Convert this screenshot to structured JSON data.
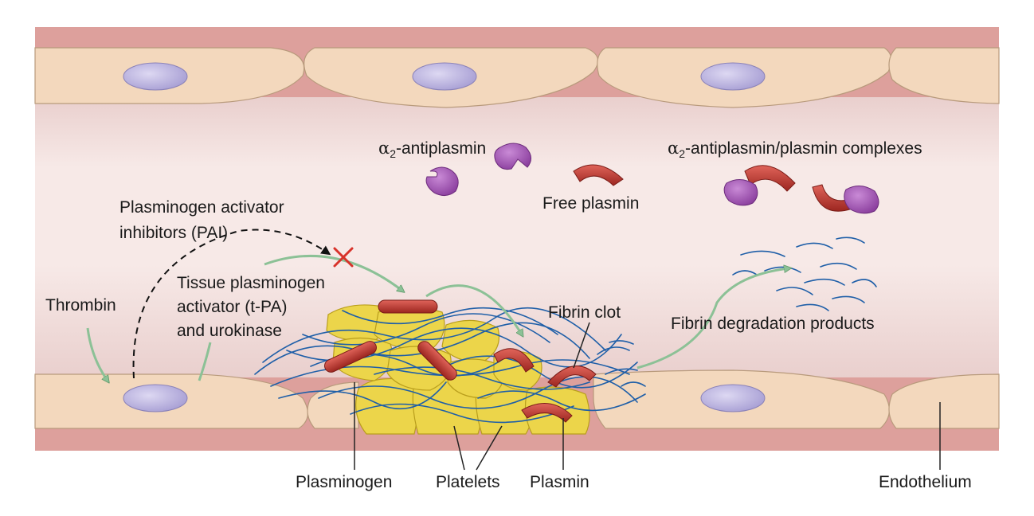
{
  "colors": {
    "vessel_wall": "#dda09c",
    "lumen": "#f6e5e3",
    "endothelial_cell": "#f3d8bd",
    "nucleus": "#b8b1de",
    "platelet": "#ecd54a",
    "fibrin": "#1f5fa8",
    "plasmin": "#b7322b",
    "antiplasmin": "#a35bb4",
    "arrow": "#a7d3ab"
  },
  "labels": {
    "antiplasmin_alpha": "α",
    "antiplasmin_sub": "2",
    "antiplasmin_text": "-antiplasmin",
    "complex_alpha": "α",
    "complex_sub": "2",
    "complex_text": "-antiplasmin/plasmin complexes",
    "free_plasmin": "Free plasmin",
    "pai_line1": "Plasminogen activator",
    "pai_line2": "inhibitors (PAI)",
    "tpa_line1": "Tissue plasminogen",
    "tpa_line2": "activator (t-PA)",
    "tpa_line3": "and urokinase",
    "thrombin": "Thrombin",
    "fibrin_clot": "Fibrin clot",
    "fdp": "Fibrin degradation products",
    "plasminogen": "Plasminogen",
    "platelets": "Platelets",
    "plasmin": "Plasmin",
    "endothelium": "Endothelium"
  }
}
